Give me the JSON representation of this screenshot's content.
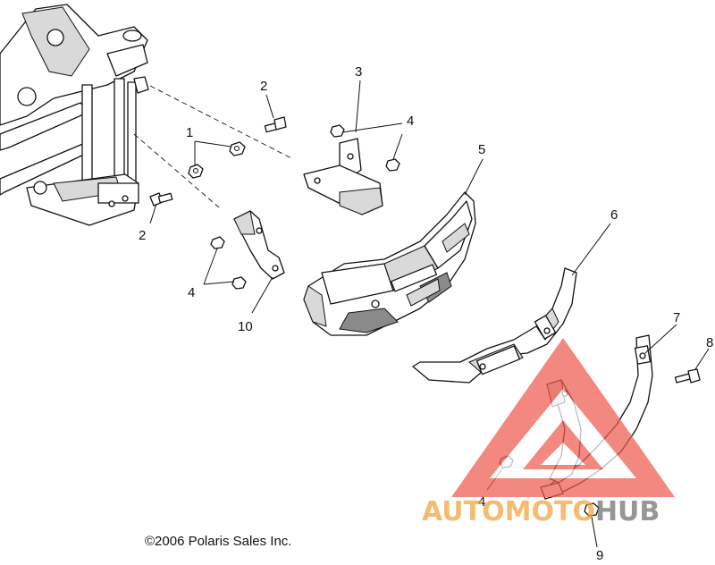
{
  "callouts": {
    "c1": "1",
    "c2a": "2",
    "c2b": "2",
    "c3": "3",
    "c4a": "4",
    "c4b": "4",
    "c4c": "4",
    "c5": "5",
    "c6": "6",
    "c7": "7",
    "c8": "8",
    "c9": "9",
    "c10": "10"
  },
  "copyright": "©2006 Polaris Sales Inc.",
  "watermark": {
    "auto": "AUTO",
    "moto": "MOTO",
    "hub": "HUB",
    "colors": {
      "red": "#ee5b50",
      "orange": "#f2a23a",
      "gray": "#6f6f6f"
    }
  },
  "icons": {
    "logo": "triangle-logo-icon"
  }
}
